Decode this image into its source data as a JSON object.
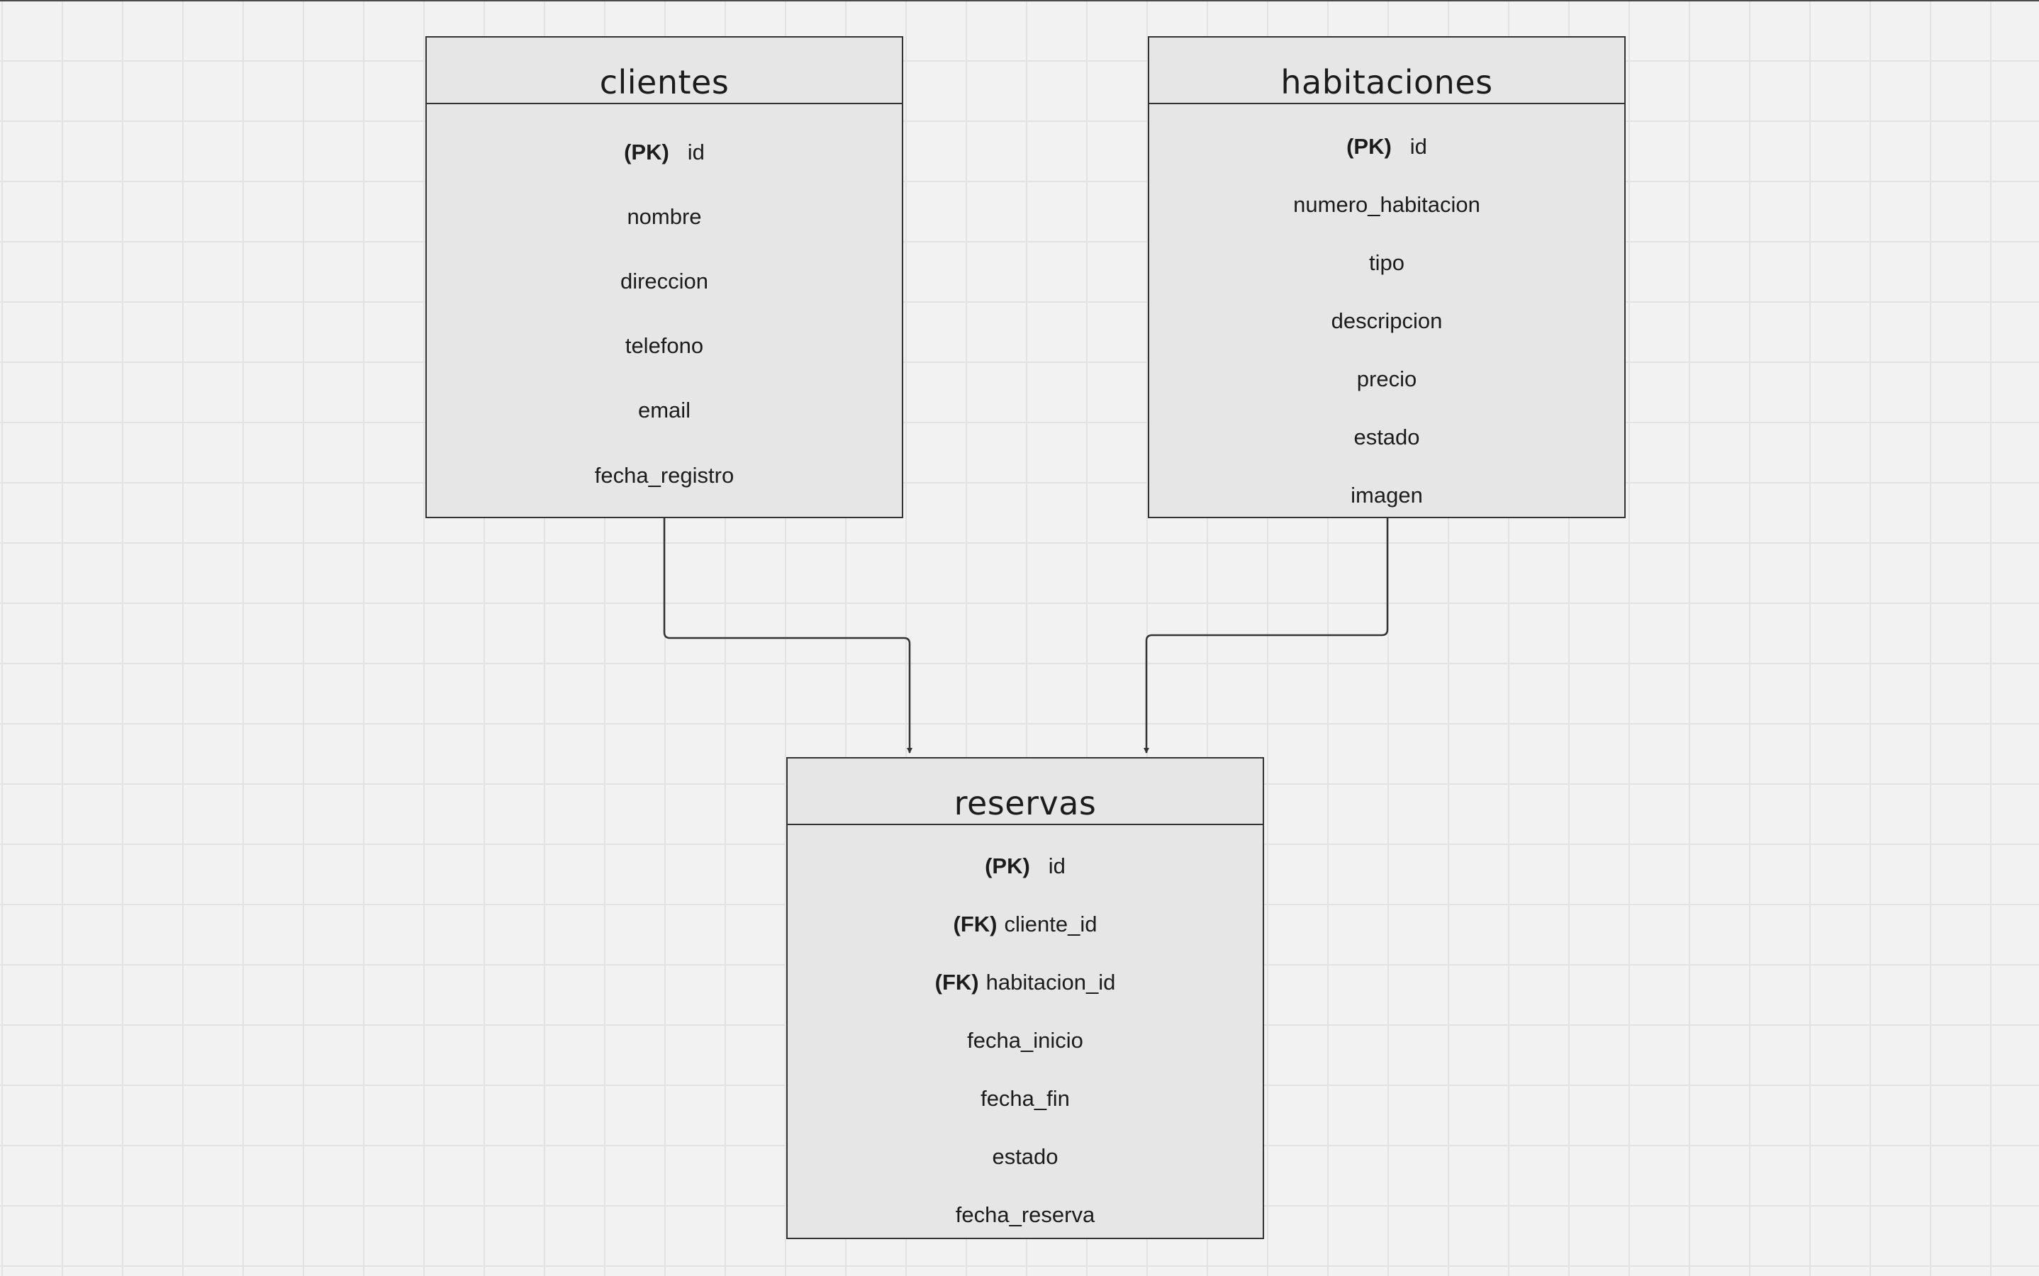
{
  "tables": {
    "clientes": {
      "title": "clientes",
      "attrs": [
        {
          "key": "(PK)",
          "name": "id"
        },
        {
          "name": "nombre"
        },
        {
          "name": "direccion"
        },
        {
          "name": "telefono"
        },
        {
          "name": "email"
        },
        {
          "name": "fecha_registro"
        }
      ]
    },
    "habitaciones": {
      "title": "habitaciones",
      "attrs": [
        {
          "key": "(PK)",
          "name": "id"
        },
        {
          "name": "numero_habitacion"
        },
        {
          "name": "tipo"
        },
        {
          "name": "descripcion"
        },
        {
          "name": "precio"
        },
        {
          "name": "estado"
        },
        {
          "name": "imagen"
        }
      ]
    },
    "reservas": {
      "title": "reservas",
      "attrs": [
        {
          "key": "(PK)",
          "name": "id"
        },
        {
          "key": "(FK)",
          "name": "cliente_id"
        },
        {
          "key": "(FK)",
          "name": "habitacion_id"
        },
        {
          "name": "fecha_inicio"
        },
        {
          "name": "fecha_fin"
        },
        {
          "name": "estado"
        },
        {
          "name": "fecha_reserva"
        }
      ]
    }
  },
  "relationships": [
    {
      "from": "clientes",
      "to": "reservas"
    },
    {
      "from": "habitaciones",
      "to": "reservas"
    }
  ],
  "colors": {
    "canvas": "#f2f2f2",
    "grid": "#e2e2e2",
    "entity_fill": "#e6e6e6",
    "stroke": "#333333"
  }
}
